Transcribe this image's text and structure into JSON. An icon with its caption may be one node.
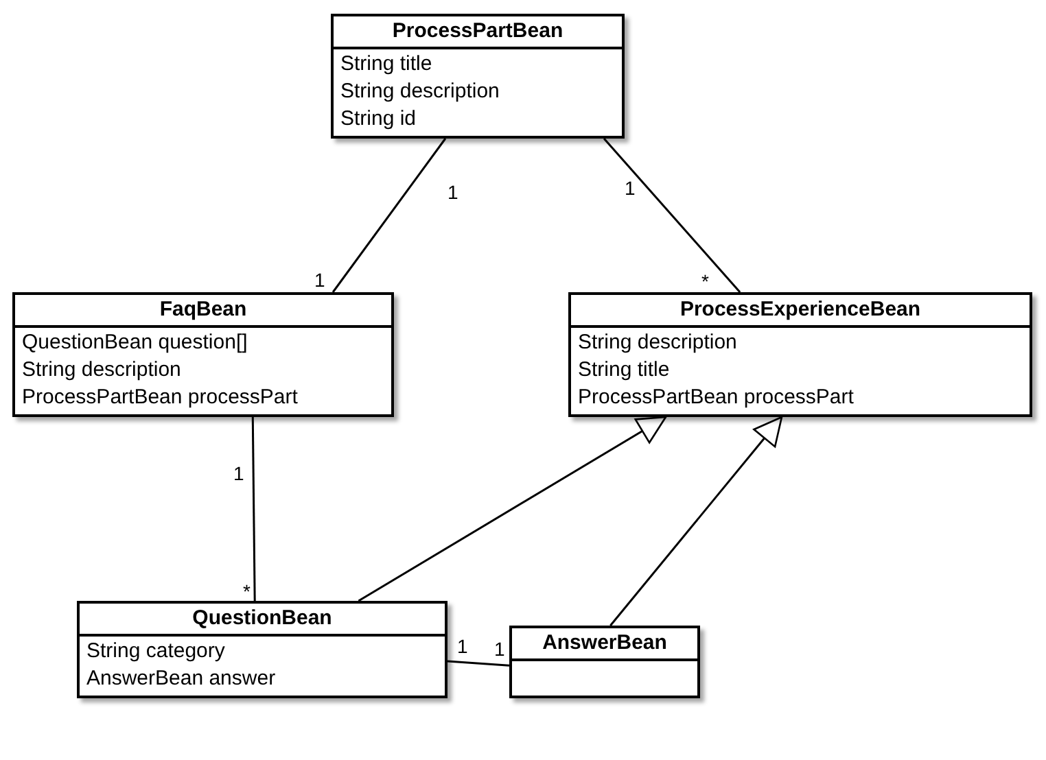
{
  "diagram": {
    "nodes": [
      {
        "text": [
          "ProcessPartBean",
          "String title",
          "String description",
          "String id"
        ]
      },
      {
        "text": [
          "FaqBean",
          "QuestionBean question[]",
          "String description",
          "ProcessPartBean processPart"
        ]
      },
      {
        "text": [
          "ProcessExperienceBean",
          "String description",
          "String title",
          "ProcessPartBean processPart"
        ]
      },
      {
        "text": [
          "QuestionBean",
          "String category",
          "AnswerBean answer"
        ]
      },
      {
        "text": [
          "AnswerBean"
        ]
      }
    ],
    "edges": [
      {
        "from": 0,
        "to": 1,
        "arrow": "none"
      },
      {
        "from": 0,
        "to": 2,
        "arrow": "none"
      },
      {
        "from": 1,
        "to": 3,
        "arrow": "none"
      },
      {
        "from": 3,
        "to": 2,
        "arrow": "to"
      },
      {
        "from": 4,
        "to": 2,
        "arrow": "to"
      },
      {
        "from": 3,
        "to": 4,
        "arrow": "none"
      }
    ],
    "labels": [
      "1",
      "1",
      "1",
      "*",
      "1",
      "*",
      "1",
      "1"
    ]
  }
}
